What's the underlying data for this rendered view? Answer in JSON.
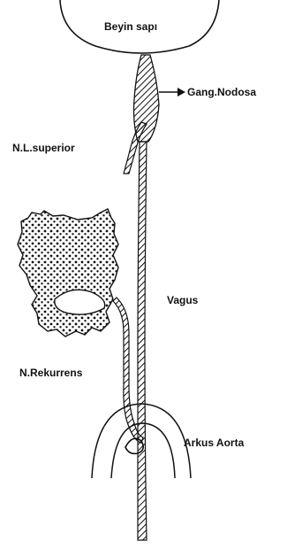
{
  "labels": {
    "brainstem": "Beyin sapı",
    "ganglion": "Gang.Nodosa",
    "superior": "N.L.superior",
    "vagus": "Vagus",
    "recurrent": "N.Rekurrens",
    "aorta": "Arkus Aorta"
  },
  "colors": {
    "ink": "#111111",
    "background": "#ffffff"
  }
}
